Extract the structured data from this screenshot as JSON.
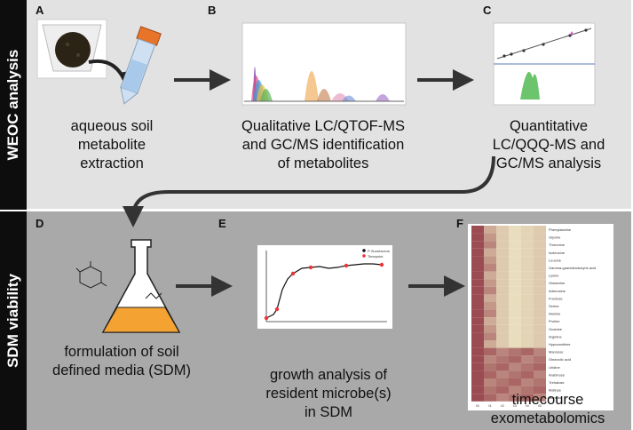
{
  "sections": {
    "top_label": "WEOC analysis",
    "bottom_label": "SDM viability"
  },
  "panels": {
    "A": {
      "letter": "A",
      "caption": [
        "aqueous soil",
        "metabolite",
        "extraction"
      ]
    },
    "B": {
      "letter": "B",
      "caption": [
        "Qualitative LC/QTOF-MS",
        "and GC/MS identification",
        "of metabolites"
      ]
    },
    "C": {
      "letter": "C",
      "caption": [
        "Quantitative",
        "LC/QQQ-MS and",
        "GC/MS analysis"
      ]
    },
    "D": {
      "letter": "D",
      "caption": [
        "formulation of soil",
        "defined media (SDM)"
      ]
    },
    "E": {
      "letter": "E",
      "caption": [
        "growth analysis of",
        "resident microbe(s)",
        "in SDM"
      ],
      "legend": [
        "P. fluorescens",
        "Timepoint"
      ]
    },
    "F": {
      "letter": "F",
      "caption": [
        "timecourse",
        "exometabolomics"
      ],
      "metabolites": [
        "Phenylalanine",
        "Glycine",
        "Threonine",
        "Isoleucine",
        "Leucine",
        "Gamma-guanidinobutyric acid",
        "Lysine",
        "Glutamine",
        "Adenosine",
        "Fructose",
        "Serine",
        "Alanine",
        "Proline",
        "Guanine",
        "Arginine",
        "Hypoxanthine",
        "Mannose",
        "Oleanolic acid",
        "Uridine",
        "Arabinose",
        "Trehalose",
        "Maltose",
        "Mannitol"
      ],
      "timepoints": [
        "t0",
        "t1",
        "t2",
        "t3",
        "t4",
        "t5"
      ]
    }
  },
  "colors": {
    "top_bg": "#e2e2e2",
    "bottom_bg": "#a9a9a9",
    "sidebar": "#0d0d0d",
    "heat_high": "#8c2f3d",
    "heat_low": "#f0edc8"
  }
}
